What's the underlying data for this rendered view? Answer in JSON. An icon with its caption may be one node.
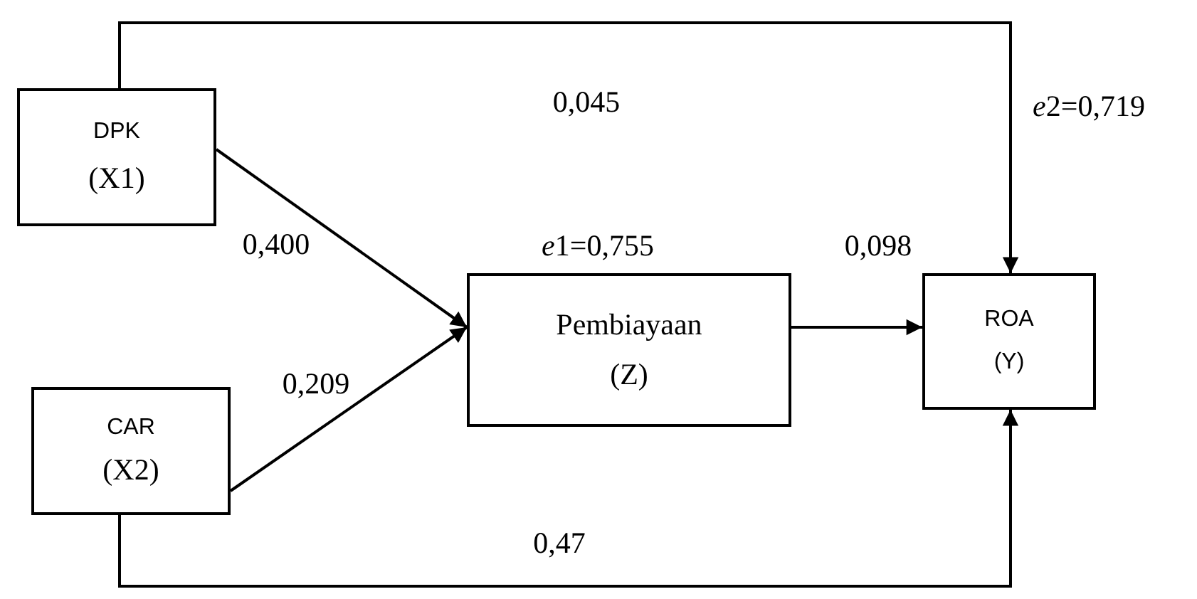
{
  "diagram": {
    "nodes": [
      {
        "text": [
          "DPK",
          "(X1)"
        ]
      },
      {
        "text": [
          "CAR",
          "(X2)"
        ]
      },
      {
        "text": [
          "Pembiayaan",
          "(Z)"
        ],
        "beside": [
          "e1=0,755"
        ]
      },
      {
        "text": [
          "ROA",
          "(Y)"
        ]
      }
    ],
    "labels": [
      "e2=0,719"
    ],
    "edges": [
      {
        "from": 0,
        "to": 3,
        "arrow": "to",
        "label": "0,045"
      },
      {
        "from": 0,
        "to": 2,
        "arrow": "to",
        "label": "0,400"
      },
      {
        "from": 1,
        "to": 2,
        "arrow": "to",
        "label": "0,209"
      },
      {
        "from": 2,
        "to": 3,
        "arrow": "to",
        "label": "0,098"
      },
      {
        "from": 1,
        "to": 3,
        "arrow": "to",
        "label": "0,47"
      }
    ]
  }
}
